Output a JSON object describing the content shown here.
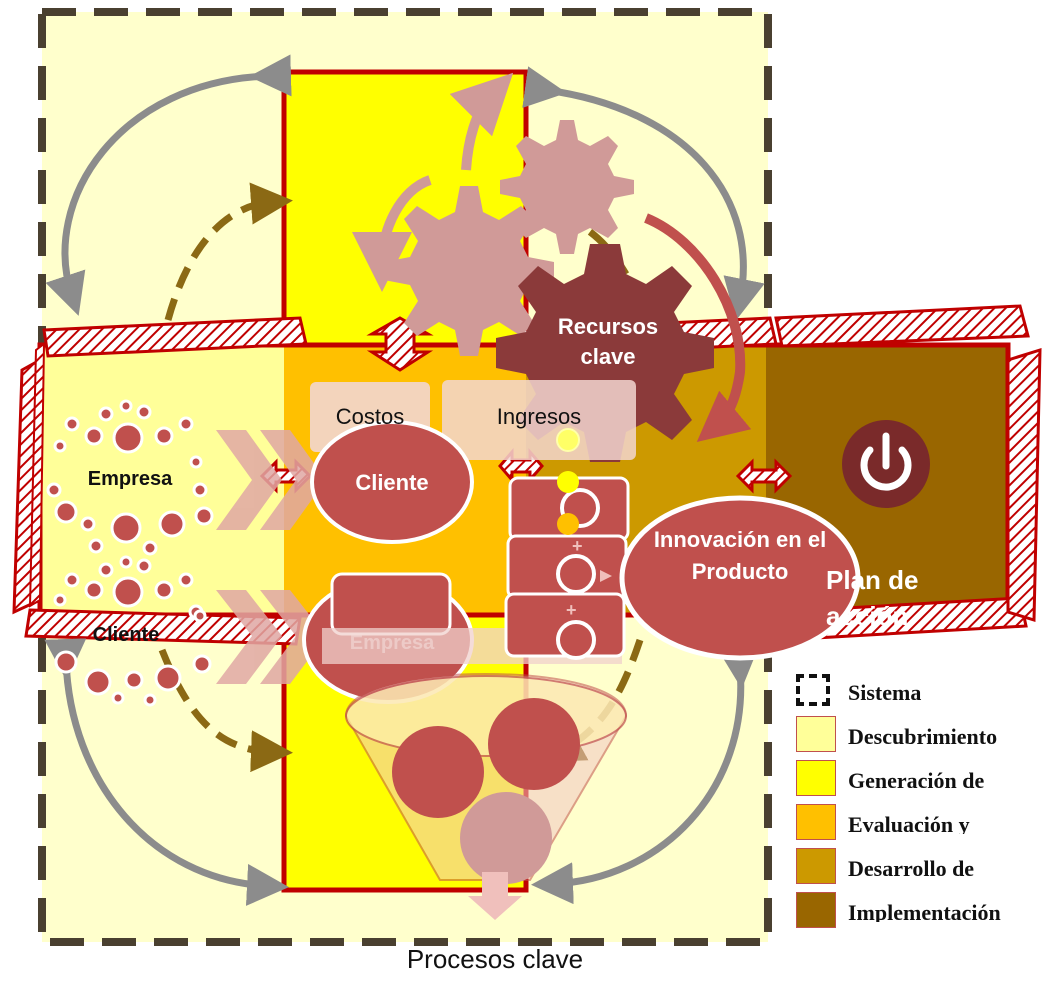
{
  "diagram": {
    "labels": {
      "costos": "Costos",
      "ingresos": "Ingresos",
      "recursos_clave": "Recursos clave",
      "empresa_left": "Empresa",
      "cliente_left": "Cliente",
      "cliente_center": "Cliente",
      "empresa_center": "Empresa",
      "innovacion": "Innovación en el Producto",
      "plan_accion": "Plan de acción",
      "procesos_clave": "Procesos clave"
    },
    "legend": [
      {
        "label": "Sistema",
        "color": "#ffffff",
        "dashed": true
      },
      {
        "label": "Descubrimiento",
        "color": "#ffff99"
      },
      {
        "label": "Generación de",
        "color": "#ffff00"
      },
      {
        "label": "Evaluación y",
        "color": "#ffc000"
      },
      {
        "label": "Desarrollo de",
        "color": "#cc9900"
      },
      {
        "label": "Implementación",
        "color": "#996600"
      }
    ],
    "colors": {
      "system_bg": "#ffffcc",
      "phase_yellow": "#ffff00",
      "phase_orange": "#ffc000",
      "phase_gold": "#cc9900",
      "phase_brown": "#996600",
      "frame_red": "#c00000",
      "shape_red": "#c0504d",
      "shape_pink": "#d09a98",
      "gear_dark": "#8b3a3a",
      "cycle_gray": "#8c8c8c",
      "dash_brown": "#8b6914"
    },
    "icons": {
      "power": "power-icon",
      "gear": "gear-icon"
    }
  }
}
